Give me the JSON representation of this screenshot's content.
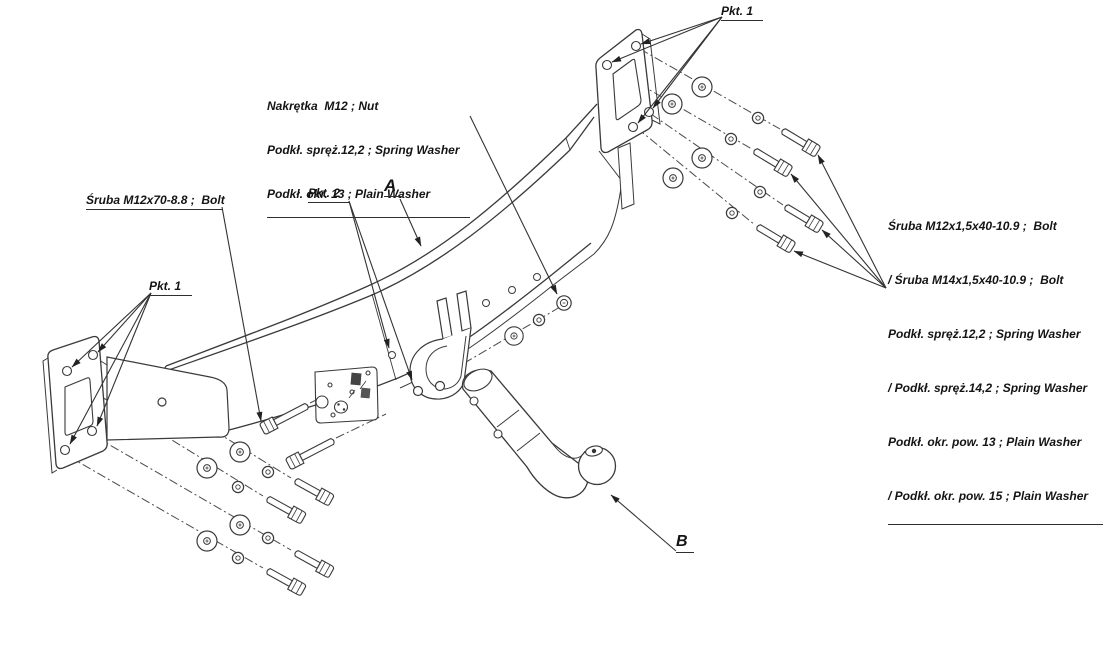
{
  "drawing": {
    "background": "#ffffff",
    "line_color": "#3a3a3a",
    "text_color": "#141414",
    "callouts": {
      "pkt1_right": "Pkt. 1",
      "pkt1_left": "Pkt. 1",
      "pkt2": "Pkt. 2",
      "ref_a": "A",
      "ref_b": "B",
      "left_bolt": "Śruba M12x70-8.8 ;  Bolt",
      "nut_stack": [
        "Nakrętka  M12 ; Nut",
        "Podkł. spręż.12,2 ; Spring Washer",
        "Podkł. okr. 13 ; Plain Washer"
      ],
      "right_stack": [
        "Śruba M12x1,5x40-10.9 ;  Bolt",
        "/ Śruba M14x1,5x40-10.9 ;  Bolt",
        "Podkł. spręż.12,2 ; Spring Washer",
        "/ Podkł. spręż.14,2 ; Spring Washer",
        "Podkł. okr. pow. 13 ; Plain Washer",
        "/ Podkł. okr. pow. 15 ; Plain Washer"
      ]
    }
  }
}
